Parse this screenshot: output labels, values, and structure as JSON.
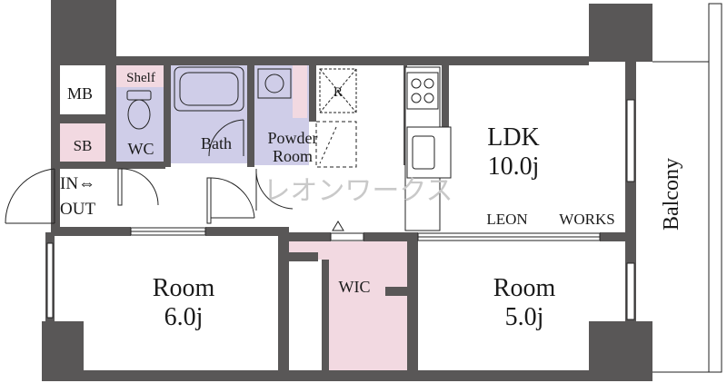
{
  "labels": {
    "mb": "MB",
    "shelf": "Shelf",
    "wc": "WC",
    "sb": "SB",
    "in_out_top": "IN⇔",
    "in_out_bottom": "OUT",
    "bath": "Bath",
    "powder_1": "Powder",
    "powder_2": "Room",
    "fridge": "R",
    "ldk_name": "LDK",
    "ldk_size": "10.0j",
    "room1_name": "Room",
    "room1_size": "6.0j",
    "wic": "WIC",
    "room2_name": "Room",
    "room2_size": "5.0j",
    "balcony": "Balcony",
    "brand_1": "LEON",
    "brand_2": "WORKS",
    "watermark": "レオンワークス"
  },
  "colors": {
    "wall": "#595757",
    "pink": "#f2d9e1",
    "lavender": "#cfcde8",
    "line": "#222222"
  }
}
